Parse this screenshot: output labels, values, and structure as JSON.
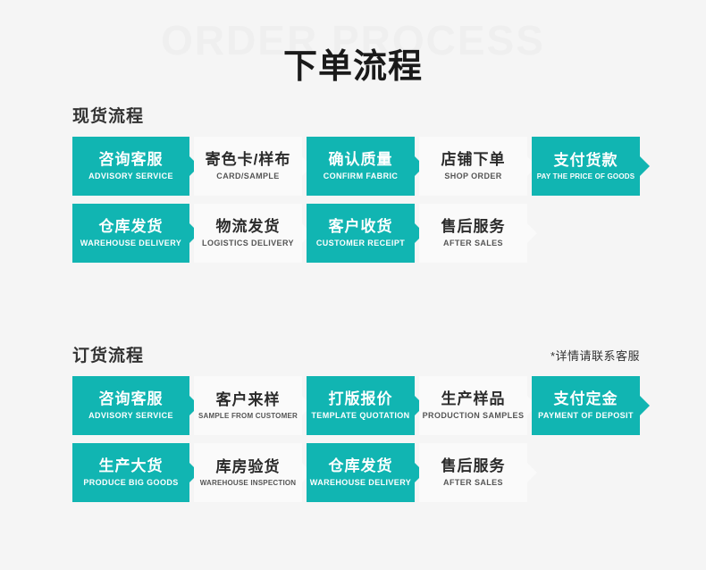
{
  "header": {
    "watermark": "ORDER PROCESS",
    "title": "下单流程"
  },
  "colors": {
    "teal": "#11b5b2",
    "light_box": "#fafafa",
    "background": "#f5f5f5",
    "watermark": "#efefef",
    "title": "#1a1a1a"
  },
  "sections": [
    {
      "title": "现货流程",
      "note": "",
      "rows": [
        [
          {
            "cn": "咨询客服",
            "en": "ADVISORY SERVICE",
            "style": "teal"
          },
          {
            "cn": "寄色卡/样布",
            "en": "CARD/SAMPLE",
            "style": "light"
          },
          {
            "cn": "确认质量",
            "en": "CONFIRM FABRIC",
            "style": "teal"
          },
          {
            "cn": "店铺下单",
            "en": "SHOP ORDER",
            "style": "light"
          },
          {
            "cn": "支付货款",
            "en": "PAY THE PRICE OF GOODS",
            "style": "teal"
          }
        ],
        [
          {
            "cn": "仓库发货",
            "en": "WAREHOUSE DELIVERY",
            "style": "teal"
          },
          {
            "cn": "物流发货",
            "en": "LOGISTICS DELIVERY",
            "style": "light"
          },
          {
            "cn": "客户收货",
            "en": "CUSTOMER RECEIPT",
            "style": "teal"
          },
          {
            "cn": "售后服务",
            "en": "AFTER SALES",
            "style": "light"
          }
        ]
      ]
    },
    {
      "title": "订货流程",
      "note": "*详情请联系客服",
      "rows": [
        [
          {
            "cn": "咨询客服",
            "en": "ADVISORY SERVICE",
            "style": "teal"
          },
          {
            "cn": "客户来样",
            "en": "SAMPLE FROM CUSTOMER",
            "style": "light"
          },
          {
            "cn": "打版报价",
            "en": "TEMPLATE QUOTATION",
            "style": "teal"
          },
          {
            "cn": "生产样品",
            "en": "PRODUCTION SAMPLES",
            "style": "light"
          },
          {
            "cn": "支付定金",
            "en": "PAYMENT OF DEPOSIT",
            "style": "teal"
          }
        ],
        [
          {
            "cn": "生产大货",
            "en": "PRODUCE BIG GOODS",
            "style": "teal"
          },
          {
            "cn": "库房验货",
            "en": "WAREHOUSE INSPECTION",
            "style": "light"
          },
          {
            "cn": "仓库发货",
            "en": "WAREHOUSE DELIVERY",
            "style": "teal"
          },
          {
            "cn": "售后服务",
            "en": "AFTER SALES",
            "style": "light"
          }
        ]
      ]
    }
  ]
}
